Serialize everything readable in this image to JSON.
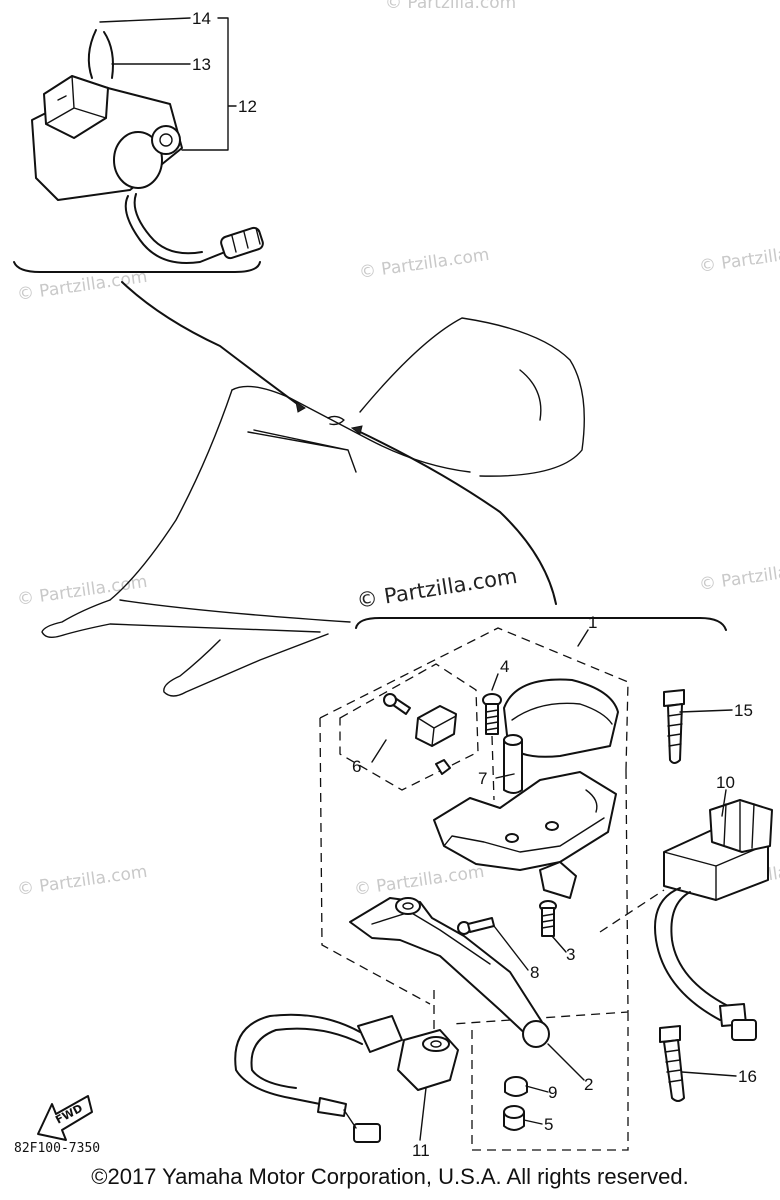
{
  "diagram_code": "82F100-7350",
  "copyright": "©2017 Yamaha Motor Corporation, U.S.A. All rights reserved.",
  "watermark": "© Partzilla.com",
  "fwd_label": "FWD",
  "callouts": {
    "c1": "1",
    "c2": "2",
    "c3": "3",
    "c4": "4",
    "c5": "5",
    "c6": "6",
    "c7": "7",
    "c8": "8",
    "c9": "9",
    "c10": "10",
    "c11": "11",
    "c12": "12",
    "c13": "13",
    "c14": "14",
    "c15": "15",
    "c16": "16"
  }
}
